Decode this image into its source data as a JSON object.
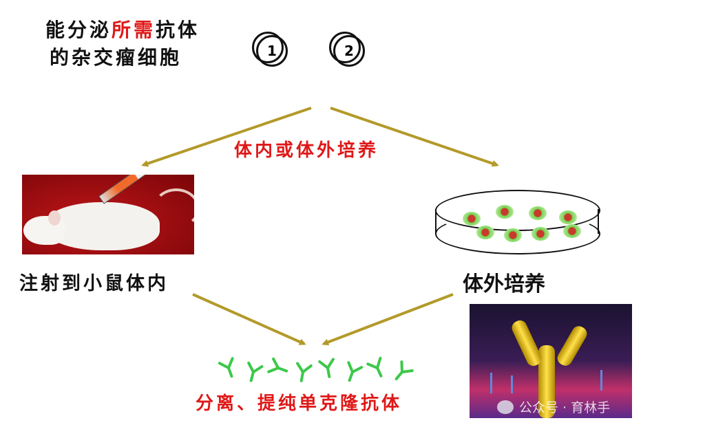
{
  "hybridoma": {
    "line1_pre": "能分泌",
    "line1_red": "所需",
    "line1_post": "抗体",
    "line2": "的杂交瘤细胞",
    "cells": [
      "1",
      "2"
    ]
  },
  "culture_label": "体内或体外培养",
  "in_vivo_label": "注射到小鼠体内",
  "in_vitro_label": "体外培养",
  "result_label": "分离、提纯单克隆抗体",
  "watermark": "公众号 · 育林手",
  "colors": {
    "arrow": "#b39a2a",
    "red_text": "#e01818",
    "antibody": "#3cc84a"
  }
}
